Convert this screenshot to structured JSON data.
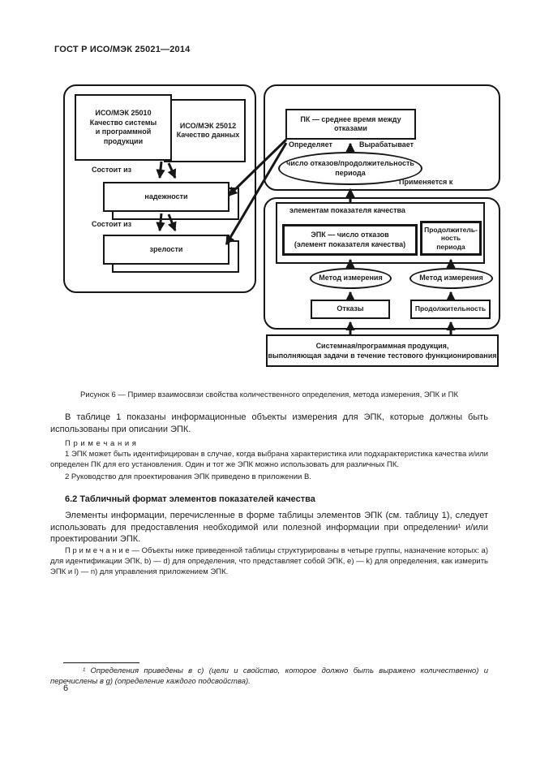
{
  "page": {
    "header": "ГОСТ Р ИСО/МЭК 25021—2014",
    "number": "6"
  },
  "figure": {
    "caption": "Рисунок 6 — Пример взаимосвязи свойства количественного определения, метода измерения, ЭПК и ПК",
    "left_panel": {
      "iso25010": "ИСО/МЭК 25010\nКачество системы\nи программной\nпродукции",
      "iso25012": "ИСО/МЭК 25012\nКачество данных",
      "consists_of_1": "Состоит из",
      "consists_of_2": "Состоит из",
      "reliability": "надежности",
      "maturity": "зрелости"
    },
    "top_right_panel": {
      "pk_box": "ПК — среднее время между\nотказами",
      "defines": "Определяет",
      "produces": "Вырабатывает",
      "measure_ellipse": "число отказов/продолжительность\nпериода",
      "applies_to": "Применяется к"
    },
    "bottom_right_panel": {
      "panel_label": "элементам показателя качества",
      "epk_box": "ЭПК — число отказов\n(элемент показателя качества)",
      "duration_period_box": "Продолжитель-\nность\nпериода",
      "method_left": "Метод измерения",
      "method_right": "Метод измерения",
      "failures_box": "Отказы",
      "duration_box": "Продолжительность"
    },
    "target_box": "Системная/программная продукция,\nвыполняющая задачи в течение тестового функционирования"
  },
  "body": {
    "p1": "В таблице 1 показаны информационные объекты измерения для ЭПК, которые должны быть использованы при описании ЭПК.",
    "notes_title": "П р и м е ч а н и я",
    "note1": "1 ЭПК может быть идентифицирован в случае, когда выбрана характеристика или подхарактеристика качества и/или определен ПК для его установления. Один и тот же ЭПК можно использовать для различных ПК.",
    "note2": "2 Руководство для проектирования ЭПК приведено в приложении В.",
    "section_heading": "6.2 Табличный формат элементов показателей качества",
    "section_p1": "Элементы информации, перечисленные в форме таблицы элементов ЭПК (см. таблицу 1), следует использовать для предоставления необходимой или полезной информации при определении¹ и/или проектировании ЭПК.",
    "section_note": "П р и м е ч а н и е — Объекты ниже приведенной таблицы структурированы в четыре группы, назначение которых: a) для идентификации ЭПК, b) — d) для определения, что представляет собой ЭПК, e) — k) для определения, как измерить ЭПК и l) — n) для управления приложением ЭПК.",
    "footnote": "¹ Определения приведены в c) (цели и свойство, которое должно быть выражено количественно) и перечислены в g) (определение каждого подсвойства)."
  }
}
